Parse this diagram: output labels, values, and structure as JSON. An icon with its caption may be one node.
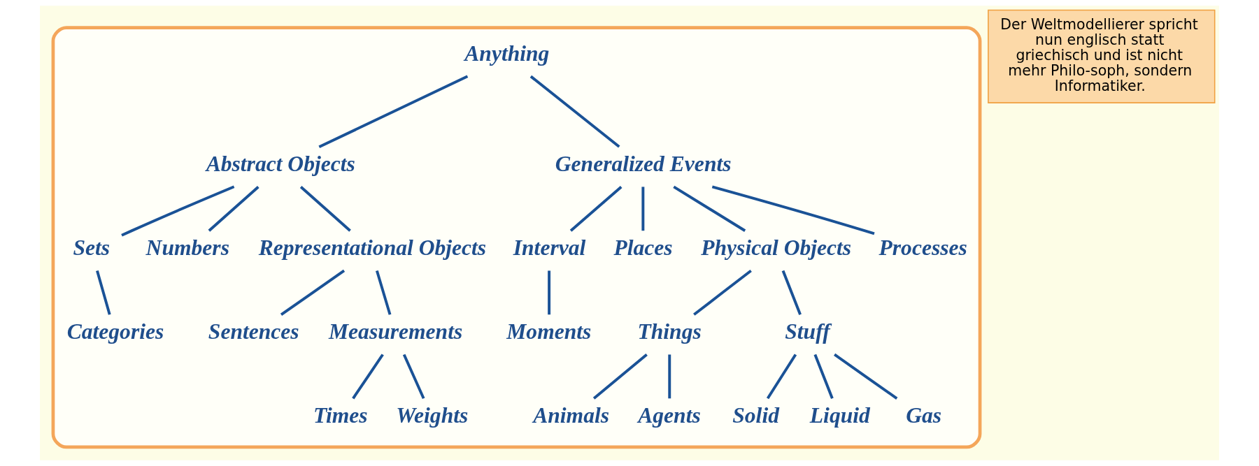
{
  "diagram": {
    "nodes": [
      {
        "text": [],
        "shape": "box"
      },
      {
        "text": [
          "Anything"
        ],
        "in": 0
      },
      {
        "text": [
          "Abstract Objects"
        ],
        "in": 0
      },
      {
        "text": [
          "Generalized Events"
        ],
        "in": 0
      },
      {
        "text": [
          "Sets"
        ],
        "in": 0
      },
      {
        "text": [
          "Numbers"
        ],
        "in": 0
      },
      {
        "text": [
          "Representational Objects"
        ],
        "in": 0
      },
      {
        "text": [
          "Interval"
        ],
        "in": 0
      },
      {
        "text": [
          "Places"
        ],
        "in": 0
      },
      {
        "text": [
          "Physical Objects"
        ],
        "in": 0
      },
      {
        "text": [
          "Processes"
        ],
        "in": 0
      },
      {
        "text": [
          "Categories"
        ],
        "in": 0
      },
      {
        "text": [
          "Sentences"
        ],
        "in": 0
      },
      {
        "text": [
          "Measurements"
        ],
        "in": 0
      },
      {
        "text": [
          "Moments"
        ],
        "in": 0
      },
      {
        "text": [
          "Things"
        ],
        "in": 0
      },
      {
        "text": [
          "Stuff"
        ],
        "in": 0
      },
      {
        "text": [
          "Times"
        ],
        "in": 0
      },
      {
        "text": [
          "Weights"
        ],
        "in": 0
      },
      {
        "text": [
          "Animals"
        ],
        "in": 0
      },
      {
        "text": [
          "Agents"
        ],
        "in": 0
      },
      {
        "text": [
          "Solid"
        ],
        "in": 0
      },
      {
        "text": [
          "Liquid"
        ],
        "in": 0
      },
      {
        "text": [
          "Gas"
        ],
        "in": 0
      },
      {
        "text": [
          "Der Weltmodellierer spricht nun englisch statt griechisch und ist nicht mehr Philo-soph, sondern Informatiker."
        ]
      }
    ],
    "edges": [
      {
        "from": 1,
        "to": 2,
        "arrow": "none"
      },
      {
        "from": 1,
        "to": 3,
        "arrow": "none"
      },
      {
        "from": 2,
        "to": 4,
        "arrow": "none"
      },
      {
        "from": 2,
        "to": 5,
        "arrow": "none"
      },
      {
        "from": 2,
        "to": 6,
        "arrow": "none"
      },
      {
        "from": 3,
        "to": 7,
        "arrow": "none"
      },
      {
        "from": 3,
        "to": 8,
        "arrow": "none"
      },
      {
        "from": 3,
        "to": 9,
        "arrow": "none"
      },
      {
        "from": 3,
        "to": 10,
        "arrow": "none"
      },
      {
        "from": 4,
        "to": 11,
        "arrow": "none"
      },
      {
        "from": 6,
        "to": 12,
        "arrow": "none"
      },
      {
        "from": 6,
        "to": 13,
        "arrow": "none"
      },
      {
        "from": 7,
        "to": 14,
        "arrow": "none"
      },
      {
        "from": 9,
        "to": 15,
        "arrow": "none"
      },
      {
        "from": 9,
        "to": 16,
        "arrow": "none"
      },
      {
        "from": 13,
        "to": 17,
        "arrow": "none"
      },
      {
        "from": 13,
        "to": 18,
        "arrow": "none"
      },
      {
        "from": 15,
        "to": 19,
        "arrow": "none"
      },
      {
        "from": 15,
        "to": 20,
        "arrow": "none"
      },
      {
        "from": 16,
        "to": 21,
        "arrow": "none"
      },
      {
        "from": 16,
        "to": 22,
        "arrow": "none"
      },
      {
        "from": 16,
        "to": 23,
        "arrow": "none"
      }
    ]
  }
}
